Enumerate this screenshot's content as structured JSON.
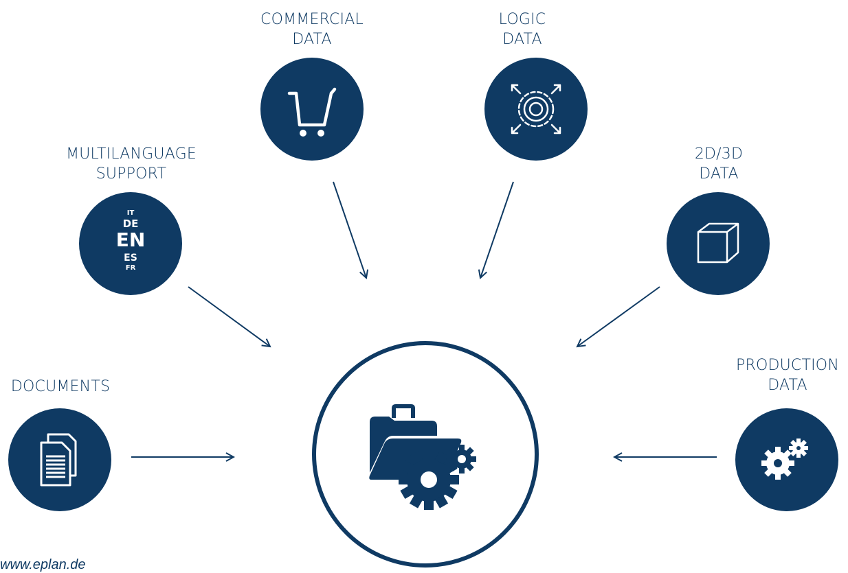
{
  "nodes": {
    "commercial": {
      "line1": "COMMERCIAL",
      "line2": "DATA"
    },
    "logic": {
      "line1": "LOGIC",
      "line2": "DATA"
    },
    "multilanguage": {
      "line1": "MULTILANGUAGE",
      "line2": "SUPPORT"
    },
    "data2d3d": {
      "line1": "2D/3D",
      "line2": "DATA"
    },
    "documents": {
      "line1": "DOCUMENTS"
    },
    "production": {
      "line1": "PRODUCTION",
      "line2": "DATA"
    }
  },
  "languages": {
    "it": "IT",
    "de": "DE",
    "en": "EN",
    "es": "ES",
    "fr": "FR"
  },
  "footer": {
    "website": "www.eplan.de"
  },
  "colors": {
    "primary": "#0f3a63",
    "icon": "#ffffff"
  }
}
